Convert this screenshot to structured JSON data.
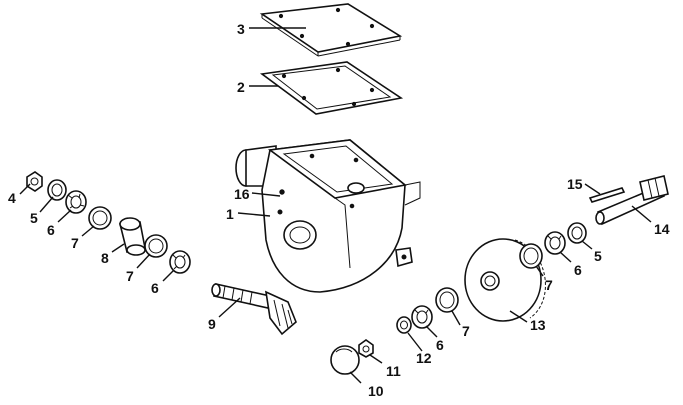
{
  "callouts": {
    "c1": "1",
    "c2": "2",
    "c3": "3",
    "c4": "4",
    "c5a": "5",
    "c5b": "5",
    "c6a": "6",
    "c6b": "6",
    "c6c": "6",
    "c6d": "6",
    "c7a": "7",
    "c7b": "7",
    "c7c": "7",
    "c7d": "7",
    "c8": "8",
    "c9": "9",
    "c10": "10",
    "c11": "11",
    "c12": "12",
    "c13": "13",
    "c14": "14",
    "c15": "15",
    "c16": "16"
  },
  "colors": {
    "line": "#111111",
    "background": "#ffffff"
  }
}
